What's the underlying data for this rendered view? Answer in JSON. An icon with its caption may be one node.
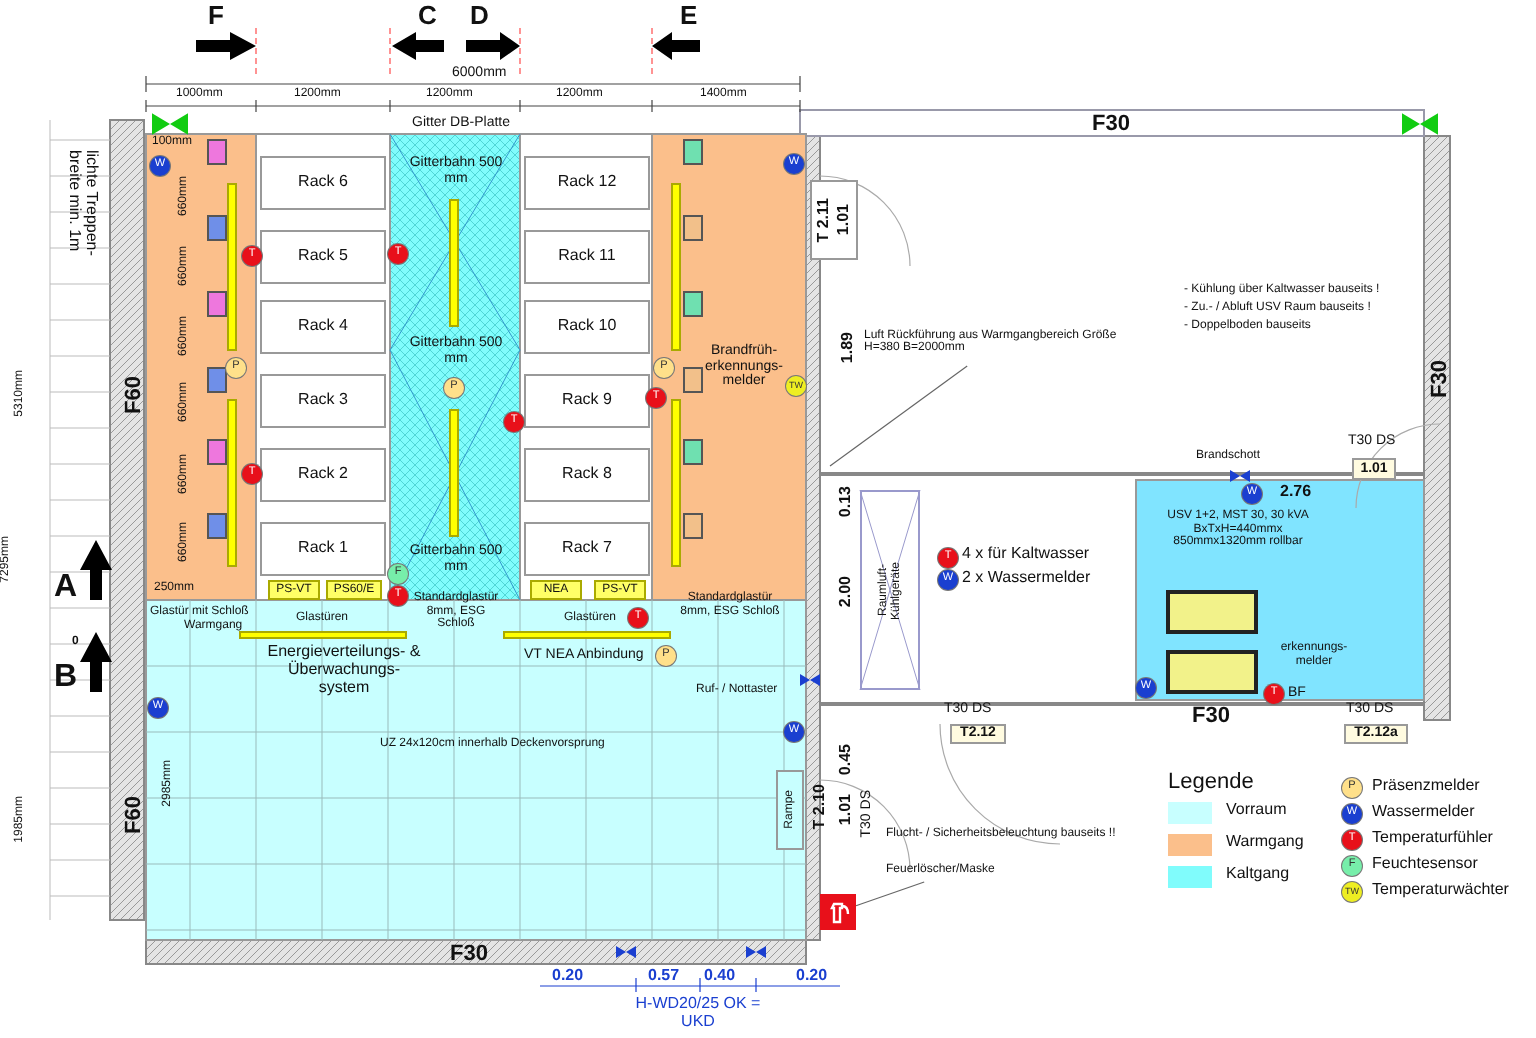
{
  "diagram": {
    "nodes": [
      {
        "text": [
          "Rack 6"
        ]
      },
      {
        "text": [
          "Rack 12"
        ]
      },
      {
        "text": [
          "Rack 5"
        ]
      },
      {
        "text": [
          "Rack 11"
        ]
      },
      {
        "text": [
          "Rack 4"
        ]
      },
      {
        "text": [
          "Rack 10"
        ]
      },
      {
        "text": [
          "Rack 3"
        ]
      },
      {
        "text": [
          "Rack 9"
        ]
      },
      {
        "text": [
          "Rack 2"
        ]
      },
      {
        "text": [
          "Rack 8"
        ]
      },
      {
        "text": [
          "Rack 1"
        ]
      },
      {
        "text": [
          "Rack 7"
        ]
      },
      {
        "text": [
          "W"
        ]
      },
      {
        "text": [
          "W"
        ]
      },
      {
        "text": [
          "T"
        ]
      },
      {
        "text": [
          "T"
        ]
      },
      {
        "text": [
          "P"
        ]
      },
      {
        "text": [
          "P"
        ]
      },
      {
        "text": [
          "P"
        ]
      },
      {
        "text": [
          "TW"
        ]
      },
      {
        "text": [
          "T"
        ]
      },
      {
        "text": [
          "T"
        ]
      },
      {
        "text": [
          "T"
        ]
      },
      {
        "text": [
          "F"
        ]
      },
      {
        "text": [
          "T"
        ]
      },
      {
        "text": [
          "PS-VT"
        ]
      },
      {
        "text": [
          "PS60/E"
        ]
      },
      {
        "text": [
          "NEA"
        ]
      },
      {
        "text": [
          "PS-VT"
        ]
      },
      {
        "text": [
          "T"
        ]
      },
      {
        "text": [
          "P"
        ]
      },
      {
        "text": [
          "W"
        ]
      },
      {
        "text": [
          "W"
        ]
      },
      {
        "text": [
          "T 2.11",
          "1.01"
        ]
      },
      {
        "text": [
          "1.01"
        ],
        "beside": [
          "T30 DS"
        ]
      },
      {
        "text": [
          "W"
        ]
      },
      {
        "text": [
          "T"
        ]
      },
      {
        "text": [
          "W"
        ]
      },
      {
        "text": [],
        "shape": "box"
      },
      {
        "text": [],
        "shape": "box"
      },
      {
        "text": [
          "W"
        ]
      },
      {
        "text": [
          "T"
        ]
      },
      {
        "text": [
          "T2.12"
        ],
        "beside": [
          "T30 DS"
        ]
      },
      {
        "text": [
          "T2.12a"
        ],
        "beside": [
          "T30 DS"
        ]
      },
      {
        "text": [
          "Feuerlöscher/Maske"
        ]
      },
      {
        "text": [],
        "shape": "picture"
      },
      {
        "text": [
          "Luft Rückführung aus Warmgangbereich Größe H=380 B=2000mm"
        ]
      },
      {
        "text": [
          "P"
        ]
      },
      {
        "text": [
          "W"
        ]
      },
      {
        "text": [
          "T"
        ]
      },
      {
        "text": [
          "F"
        ]
      },
      {
        "text": [
          "TW"
        ]
      },
      {
        "text": [
          "Rampe"
        ]
      },
      {
        "text": [
          "Raumluft- Kühlgeräte"
        ]
      }
    ],
    "edges": [
      {
        "from": 44,
        "to": 45,
        "arrow": "none"
      },
      {
        "from": 46,
        "to": null,
        "arrow": "none"
      }
    ],
    "labels": [
      "F",
      "C",
      "D",
      "E",
      "6000mm",
      "1000mm",
      "1200mm",
      "1200mm",
      "1200mm",
      "1400mm",
      "Gitter DB-Platte",
      "F30",
      "100mm",
      "Gitterbahn 500 mm",
      "lichte Treppen- breite min. 1m",
      "660mm",
      "660mm",
      "660mm",
      "660mm",
      "660mm",
      "660mm",
      "Gitterbahn 500 mm",
      "Brandfrüh- erkennungs- melder",
      "5310mm",
      "F60",
      "7295mm",
      "Gitterbahn 500 mm",
      "250mm",
      "A",
      "B",
      "0",
      "Glastür mit Schloß",
      "Warmgang",
      "Glastüren",
      "Standardglastür 8mm, ESG Schloß",
      "Glastüren",
      "Standardglastür 8mm, ESG Schloß",
      "Energieverteilungs- & Überwachungs- system",
      "VT NEA Anbindung",
      "Ruf- / Nottaster",
      "UZ 24x120cm innerhalb Deckenvorsprung",
      "1985mm",
      "2985mm",
      "F60",
      "F30",
      "0.20",
      "0.57",
      "0.40",
      "0.20",
      "H-WD20/25 OK = UKD",
      "1.89",
      "- Kühlung über Kaltwasser bauseits !",
      "- Zu.- / Abluft USV Raum bauseits !",
      "- Doppelboden bauseits",
      "F30",
      "Brandschott",
      "0.13",
      "2.76",
      "2.00",
      "4 x für Kaltwasser",
      "2 x Wassermelder",
      "USV 1+2, MST 30, 30 kVA BxTxH=440mmx 850mmx1320mm rollbar",
      "erkennungs- melder",
      "BF",
      "F30",
      "0.45",
      "T 2.10",
      "1.01",
      "T30 DS",
      "Flucht- / Sicherheitsbeleuchtung bauseits !!",
      "Legende"
    ],
    "legend": [
      {
        "text": "Vorraum",
        "color": "#c8ffff"
      },
      {
        "text": "Warmgang",
        "color": "#fbbf8b"
      },
      {
        "text": "Kaltgang",
        "color": "#80fcfc"
      },
      {
        "text": "Präsenzmelder"
      },
      {
        "text": "Wassermelder"
      },
      {
        "text": "Temperaturfühler"
      },
      {
        "text": "Feuchtesensor"
      },
      {
        "text": "Temperaturwächter"
      }
    ]
  }
}
